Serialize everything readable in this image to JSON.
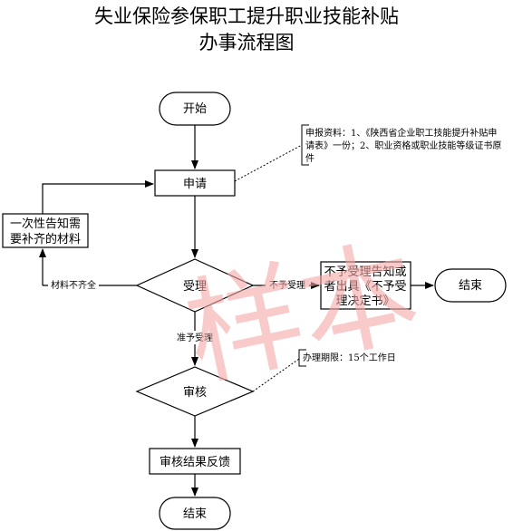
{
  "title": {
    "line1": "失业保险参保职工提升职业技能补贴",
    "line2": "办事流程图"
  },
  "watermark": {
    "text": "样本",
    "color": "#f4a8a8"
  },
  "nodes": {
    "start": "开始",
    "apply": "申请",
    "accept": "受理",
    "review": "审核",
    "feedback": "审核结果反馈",
    "end_main": "结束",
    "end_reject": "结束",
    "supplement": {
      "line1": "一次性告知需",
      "line2": "要补齐的材料"
    },
    "reject_notice": {
      "line1": "不予受理告知或",
      "line2": "者出具《不予受",
      "line3": "理决定书》"
    }
  },
  "edges": {
    "incomplete": "材料不齐全",
    "not_accepted": "不予受理",
    "accepted": "准予受理"
  },
  "notes": {
    "materials": {
      "line1": "申报资料：1、《陕西省企业职工技能提升补贴申",
      "line2": "请表》一份；2、职业资格或职业技能等级证书原",
      "line3": "件"
    },
    "deadline": "办理期限：15个工作日"
  }
}
